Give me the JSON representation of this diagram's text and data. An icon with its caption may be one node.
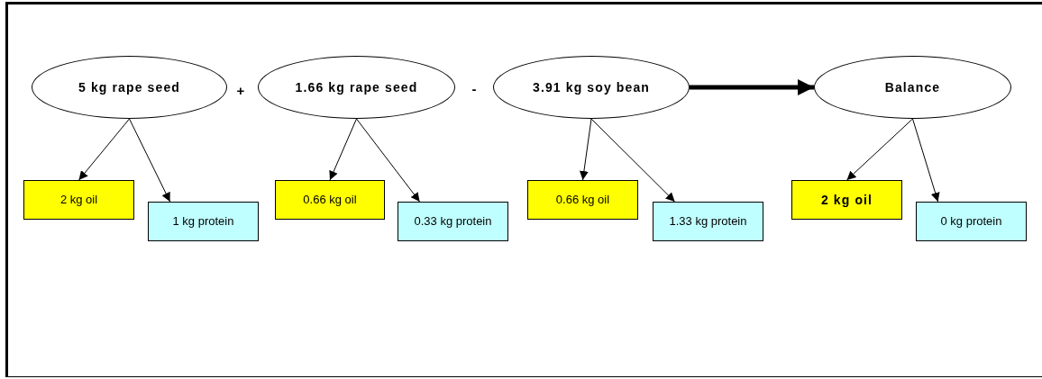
{
  "diagram": {
    "nodes": [
      {
        "text": [
          "5 kg rape seed"
        ]
      },
      {
        "text": [
          "2 kg oil"
        ]
      },
      {
        "text": [
          "1 kg protein"
        ]
      },
      {
        "text": [
          "1.66 kg rape seed"
        ]
      },
      {
        "text": [
          "0.66 kg oil"
        ]
      },
      {
        "text": [
          "0.33 kg protein"
        ]
      },
      {
        "text": [
          "3.91 kg soy bean"
        ]
      },
      {
        "text": [
          "0.66 kg oil"
        ]
      },
      {
        "text": [
          "1.33 kg protein"
        ]
      },
      {
        "text": [
          "Balance"
        ]
      },
      {
        "text": [
          "2 kg oil"
        ]
      },
      {
        "text": [
          "0 kg protein"
        ]
      }
    ],
    "edges": [
      {
        "from": 0,
        "to": 1,
        "arrow": "to"
      },
      {
        "from": 0,
        "to": 2,
        "arrow": "to"
      },
      {
        "from": 3,
        "to": 4,
        "arrow": "to"
      },
      {
        "from": 3,
        "to": 5,
        "arrow": "to"
      },
      {
        "from": 6,
        "to": 7,
        "arrow": "to"
      },
      {
        "from": 6,
        "to": 8,
        "arrow": "to"
      },
      {
        "from": 6,
        "to": 9,
        "arrow": "to",
        "style": "thick"
      },
      {
        "from": 9,
        "to": 10,
        "arrow": "to"
      },
      {
        "from": 9,
        "to": 11,
        "arrow": "to"
      }
    ],
    "labels": [
      "+",
      "-"
    ]
  }
}
